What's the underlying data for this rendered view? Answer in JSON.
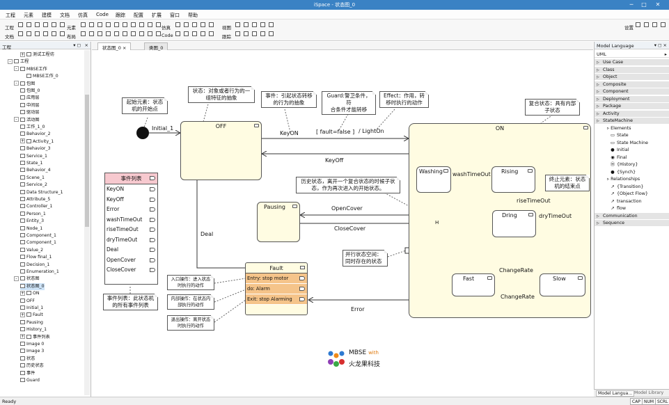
{
  "window": {
    "title": "iSpace - 状态图_0"
  },
  "menu": [
    "工程",
    "元素",
    "建模",
    "文档",
    "仿真",
    "Code",
    "跟踪",
    "配置",
    "扩展",
    "窗口",
    "帮助"
  ],
  "ribbon": {
    "r1": [
      "工程",
      "元素",
      "仿真",
      "视图",
      "设置"
    ],
    "r2": [
      "文档",
      "布局",
      "Code",
      "跟踪"
    ]
  },
  "left_panel": {
    "title": "工程",
    "tree": [
      {
        "d": 3,
        "ex": "+",
        "t": "测试工程坊"
      },
      {
        "d": 1,
        "ex": "-",
        "t": "工程"
      },
      {
        "d": 2,
        "ex": "-",
        "t": "MBSE工作"
      },
      {
        "d": 4,
        "ex": "",
        "t": "MBSE工作_0"
      },
      {
        "d": 2,
        "ex": "-",
        "t": "包图"
      },
      {
        "d": 3,
        "ex": "",
        "t": "包图_0"
      },
      {
        "d": 3,
        "ex": "",
        "t": "应用层"
      },
      {
        "d": 3,
        "ex": "",
        "t": "中间层"
      },
      {
        "d": 3,
        "ex": "",
        "t": "驱动层"
      },
      {
        "d": 2,
        "ex": "-",
        "t": "活动图"
      },
      {
        "d": 3,
        "ex": "",
        "t": "工作_1_0"
      },
      {
        "d": 3,
        "ex": "",
        "t": "Behavior_2"
      },
      {
        "d": 3,
        "ex": "+",
        "t": "Activity_1"
      },
      {
        "d": 3,
        "ex": "",
        "t": "Behavior_3"
      },
      {
        "d": 3,
        "ex": "",
        "t": "Service_1"
      },
      {
        "d": 3,
        "ex": "",
        "t": "State_1"
      },
      {
        "d": 3,
        "ex": "",
        "t": "Behavior_4"
      },
      {
        "d": 3,
        "ex": "",
        "t": "Scene_1"
      },
      {
        "d": 3,
        "ex": "",
        "t": "Service_2"
      },
      {
        "d": 3,
        "ex": "",
        "t": "Data Structure_1"
      },
      {
        "d": 3,
        "ex": "",
        "t": "Attribute_5"
      },
      {
        "d": 3,
        "ex": "",
        "t": "Controller_1"
      },
      {
        "d": 3,
        "ex": "",
        "t": "Person_1"
      },
      {
        "d": 3,
        "ex": "",
        "t": "Entity_3"
      },
      {
        "d": 3,
        "ex": "",
        "t": "Node_1"
      },
      {
        "d": 3,
        "ex": "",
        "t": "Component_1"
      },
      {
        "d": 3,
        "ex": "",
        "t": "Component_1"
      },
      {
        "d": 3,
        "ex": "",
        "t": "Value_2"
      },
      {
        "d": 3,
        "ex": "",
        "t": "Flow final_1"
      },
      {
        "d": 3,
        "ex": "",
        "t": "Decision_1"
      },
      {
        "d": 3,
        "ex": "",
        "t": "Enumeration_1"
      },
      {
        "d": 2,
        "ex": "-",
        "t": "状态图"
      },
      {
        "d": 3,
        "ex": "",
        "t": "状态图_0",
        "sel": true
      },
      {
        "d": 3,
        "ex": "+",
        "t": "ON"
      },
      {
        "d": 3,
        "ex": "",
        "t": "OFF"
      },
      {
        "d": 3,
        "ex": "",
        "t": "Initial_1"
      },
      {
        "d": 3,
        "ex": "+",
        "t": "Fault"
      },
      {
        "d": 3,
        "ex": "",
        "t": "Pausing"
      },
      {
        "d": 3,
        "ex": "",
        "t": "History_1"
      },
      {
        "d": 3,
        "ex": "+",
        "t": "事件列表"
      },
      {
        "d": 3,
        "ex": "",
        "t": "Image 0"
      },
      {
        "d": 3,
        "ex": "",
        "t": "Image 3"
      },
      {
        "d": 3,
        "ex": "",
        "t": "状态"
      },
      {
        "d": 3,
        "ex": "",
        "t": "历史状态"
      },
      {
        "d": 3,
        "ex": "",
        "t": "事件"
      },
      {
        "d": 3,
        "ex": "",
        "t": "Guard"
      }
    ]
  },
  "tabs": [
    {
      "label": "状态图_0",
      "active": true
    },
    {
      "label": "类图_0",
      "active": false
    }
  ],
  "diagram": {
    "states": {
      "off": "OFF",
      "on": "ON",
      "washing": "Washing",
      "rising": "Rising",
      "dring": "Dring",
      "pausing": "Pausing",
      "fast": "Fast",
      "slow": "Slow",
      "fault": "Fault",
      "history": "H"
    },
    "fault_actions": [
      "Entry: stop motor",
      "do: Alarm",
      "Exit: stop Alarming"
    ],
    "event_list": {
      "title": "事件列表",
      "items": [
        "KeyON",
        "KeyOff",
        "Error",
        "washTimeOut",
        "riseTimeOut",
        "dryTimeOut",
        "Deal",
        "OpenCover",
        "CloseCover"
      ]
    },
    "transitions": {
      "initial": "Initial_1",
      "keyon": "KeyON",
      "keyoff": "KeyOff",
      "guard": "[ fault=false ]",
      "effect": "/ LightOn",
      "washtimeout": "washTimeOut",
      "risetimeout": "riseTimeOut",
      "drytimeout": "dryTimeOut",
      "opencover": "OpenCover",
      "closecover": "CloseCover",
      "deal": "Deal",
      "error": "Error",
      "changerate1": "ChangeRate",
      "changerate2": "ChangeRate"
    },
    "notes": {
      "n_initial": [
        "起始元素：状态",
        "机的开始点"
      ],
      "n_state": [
        "状态：对象或者行为的一",
        "组特征的抽象"
      ],
      "n_event": [
        "事件：引起状态转移",
        "的行为的抽象"
      ],
      "n_guard": [
        "Guard:警卫条件，符",
        "合条件才能转移"
      ],
      "n_effect": [
        "Effect：作用，转",
        "移时执行的动作"
      ],
      "n_composite": [
        "复合状态：具有内部",
        "子状态"
      ],
      "n_history": [
        "历史状态，离开一个复合状态的时候子状",
        "态，作为再次进入的开始状态。"
      ],
      "n_final": [
        "终止元素：状态",
        "机的结束点"
      ],
      "n_parallel": [
        "并行状态空间：",
        "同时存在的状态"
      ],
      "n_entry": [
        "入口操作：进入状态",
        "时执行的动作"
      ],
      "n_do": [
        "内部操作：在状态内",
        "部执行的动作"
      ],
      "n_exit": [
        "退出操作：离开状态",
        "时执行的动作"
      ],
      "n_eventlist": [
        "事件列表：此状态机",
        "的所有事件列表"
      ]
    },
    "logo": {
      "title": "MBSE",
      "with": "with",
      "sub": "火龙果科技"
    }
  },
  "right_panel": {
    "title": "Model Language",
    "lang": "UML",
    "items": [
      {
        "k": "cat",
        "t": "Use Case"
      },
      {
        "k": "cat",
        "t": "Class"
      },
      {
        "k": "cat",
        "t": "Object"
      },
      {
        "k": "cat",
        "t": "Composite"
      },
      {
        "k": "cat",
        "t": "Component"
      },
      {
        "k": "cat",
        "t": "Deployment"
      },
      {
        "k": "cat",
        "t": "Package"
      },
      {
        "k": "cat",
        "t": "Activity"
      },
      {
        "k": "cat",
        "t": "StateMachine"
      },
      {
        "k": "sub",
        "t": "Elements"
      },
      {
        "k": "it",
        "g": "▭",
        "t": "State"
      },
      {
        "k": "it",
        "g": "▭",
        "t": "State Machine"
      },
      {
        "k": "it",
        "g": "●",
        "t": "Initial"
      },
      {
        "k": "it",
        "g": "◉",
        "t": "Final"
      },
      {
        "k": "it",
        "g": "Ⓗ",
        "t": "{History}"
      },
      {
        "k": "it",
        "g": "●",
        "t": "{Synch}"
      },
      {
        "k": "sub",
        "t": "Relationships"
      },
      {
        "k": "it",
        "g": "↗",
        "t": "{Transition}"
      },
      {
        "k": "it",
        "g": "↗",
        "t": "{Object Flow}"
      },
      {
        "k": "it",
        "g": "↗",
        "t": "transaction"
      },
      {
        "k": "it",
        "g": "↗",
        "t": "flow"
      },
      {
        "k": "cat",
        "t": "Communication"
      },
      {
        "k": "cat",
        "t": "Sequence"
      }
    ],
    "tabs": [
      "Model Langua...",
      "Model Library"
    ]
  },
  "status": {
    "text": "Ready",
    "caps": "CAP",
    "num": "NUM",
    "scrl": "SCRL"
  }
}
